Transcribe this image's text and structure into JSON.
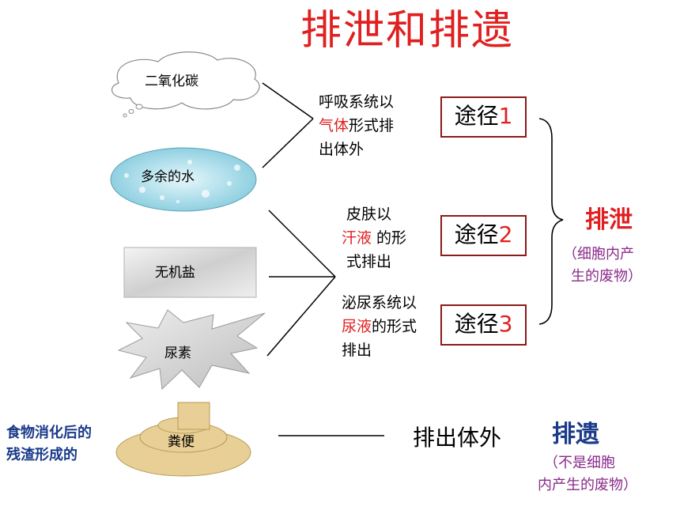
{
  "title": "排泄和排遗",
  "substances": {
    "co2": "二氧化碳",
    "water": "多余的水",
    "salt": "无机盐",
    "urea": "尿素",
    "feces": "粪便"
  },
  "mechanisms": {
    "resp_line1": "呼吸系统以",
    "resp_red": "气体",
    "resp_rest": "形式排",
    "resp_line3": "出体外",
    "skin_line1": "皮肤以",
    "skin_red": "汗液",
    "skin_rest": " 的形",
    "skin_line3": "式排出",
    "urin_line1": "泌尿系统以",
    "urin_red": "尿液",
    "urin_rest": "的形式",
    "urin_line3": "排出"
  },
  "pathways": [
    {
      "label": "途径",
      "num": "1"
    },
    {
      "label": "途径",
      "num": "2"
    },
    {
      "label": "途径",
      "num": "3"
    }
  ],
  "excretion": {
    "label": "排泄",
    "note_line1": "（细胞内产",
    "note_line2": "生的废物）"
  },
  "residue": {
    "line1": "食物消化后的",
    "line2": "残渣形成的"
  },
  "egestion": {
    "action": "排出体外",
    "label": "排遗",
    "note_line1": "（不是细胞",
    "note_line2": "内产生的废物）"
  },
  "colors": {
    "title": "#e02020",
    "highlight": "#e02020",
    "box_border": "#8b1a1a",
    "note": "#8a2a8a",
    "residue": "#1a3a8a",
    "water_fill": "#a8dce8",
    "feces_fill": "#e8cf95"
  }
}
